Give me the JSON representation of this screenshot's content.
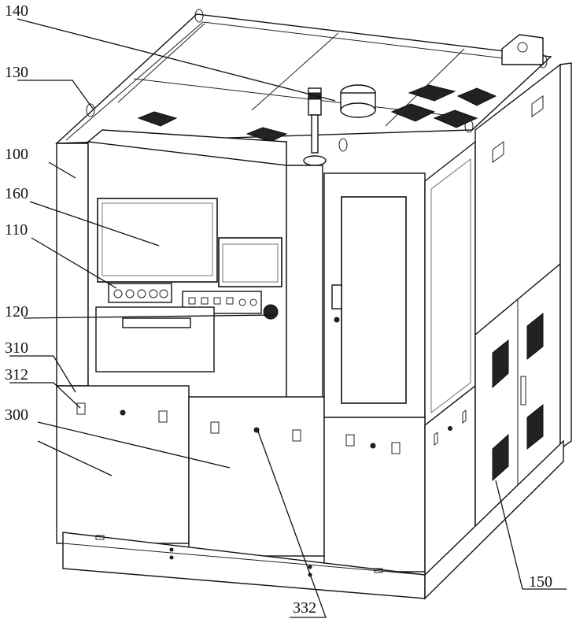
{
  "figure": {
    "labels": {
      "l140": "140",
      "l130": "130",
      "l100": "100",
      "l160": "160",
      "l110": "110",
      "l120": "120",
      "l310": "310",
      "l312": "312",
      "l300": "300",
      "l150": "150",
      "l332": "332"
    }
  }
}
